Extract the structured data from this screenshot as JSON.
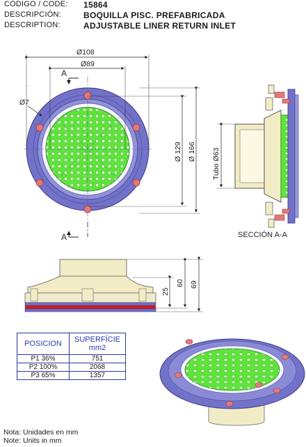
{
  "header": {
    "code_label": "CÓDIGO / CODE:",
    "code_value": "15864",
    "desc_es_label": "DESCRIPCIÓN:",
    "desc_es_value": "BOQUILLA PISC. PREFABRICADA",
    "desc_en_label": "DESCRIPTION:",
    "desc_en_value": "ADJUSTABLE LINER RETURN INLET"
  },
  "front_view": {
    "dim_outer": "Ø108",
    "dim_inner": "Ø89",
    "dim_hole": "Ø7",
    "dim_129": "Ø 129",
    "dim_166": "Ø 166",
    "section_mark": "A"
  },
  "section_view": {
    "tube_label": "Tubo Ø63",
    "caption": "SECCIÓN A-A"
  },
  "side_view": {
    "dim_25": "25",
    "dim_60": "60",
    "dim_69": "69"
  },
  "table": {
    "headers": [
      "POSICION",
      "SUPERFÍCIE mm2"
    ],
    "rows": [
      [
        "P1 36%",
        "751"
      ],
      [
        "P2 100%",
        "2068"
      ],
      [
        "P3 65%",
        "1357"
      ]
    ]
  },
  "notes": {
    "es": "Nota: Unidades en mm",
    "en": "Note: Units in mm"
  },
  "colors": {
    "flange": "#7272c8",
    "grille": "#5ee43a",
    "screw": "#e07a7a",
    "body": "#f2ecc6"
  }
}
